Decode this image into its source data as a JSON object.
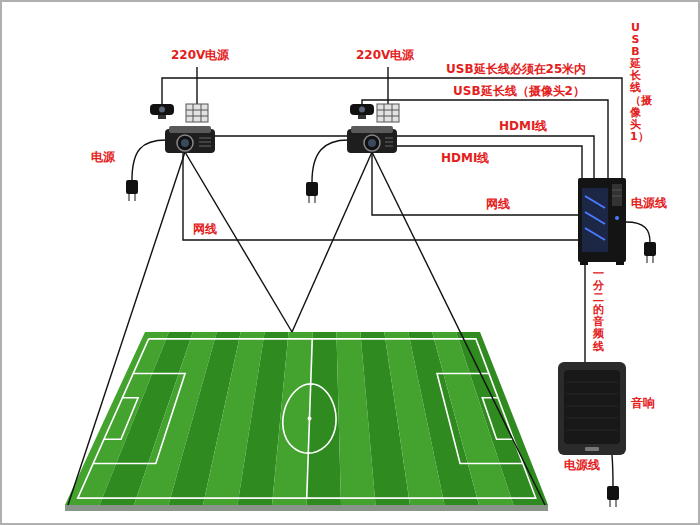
{
  "diagram": {
    "labels": [
      "220V电源",
      "220V电源",
      "USB延长线（摄像头1）",
      "USB延长线必须在25米内",
      "USB延长线（摄像头2）",
      "HDMI线",
      "电源",
      "HDMI线",
      "网线",
      "网线",
      "电源线",
      "一分二的音频线",
      "音响",
      "电源线"
    ]
  }
}
